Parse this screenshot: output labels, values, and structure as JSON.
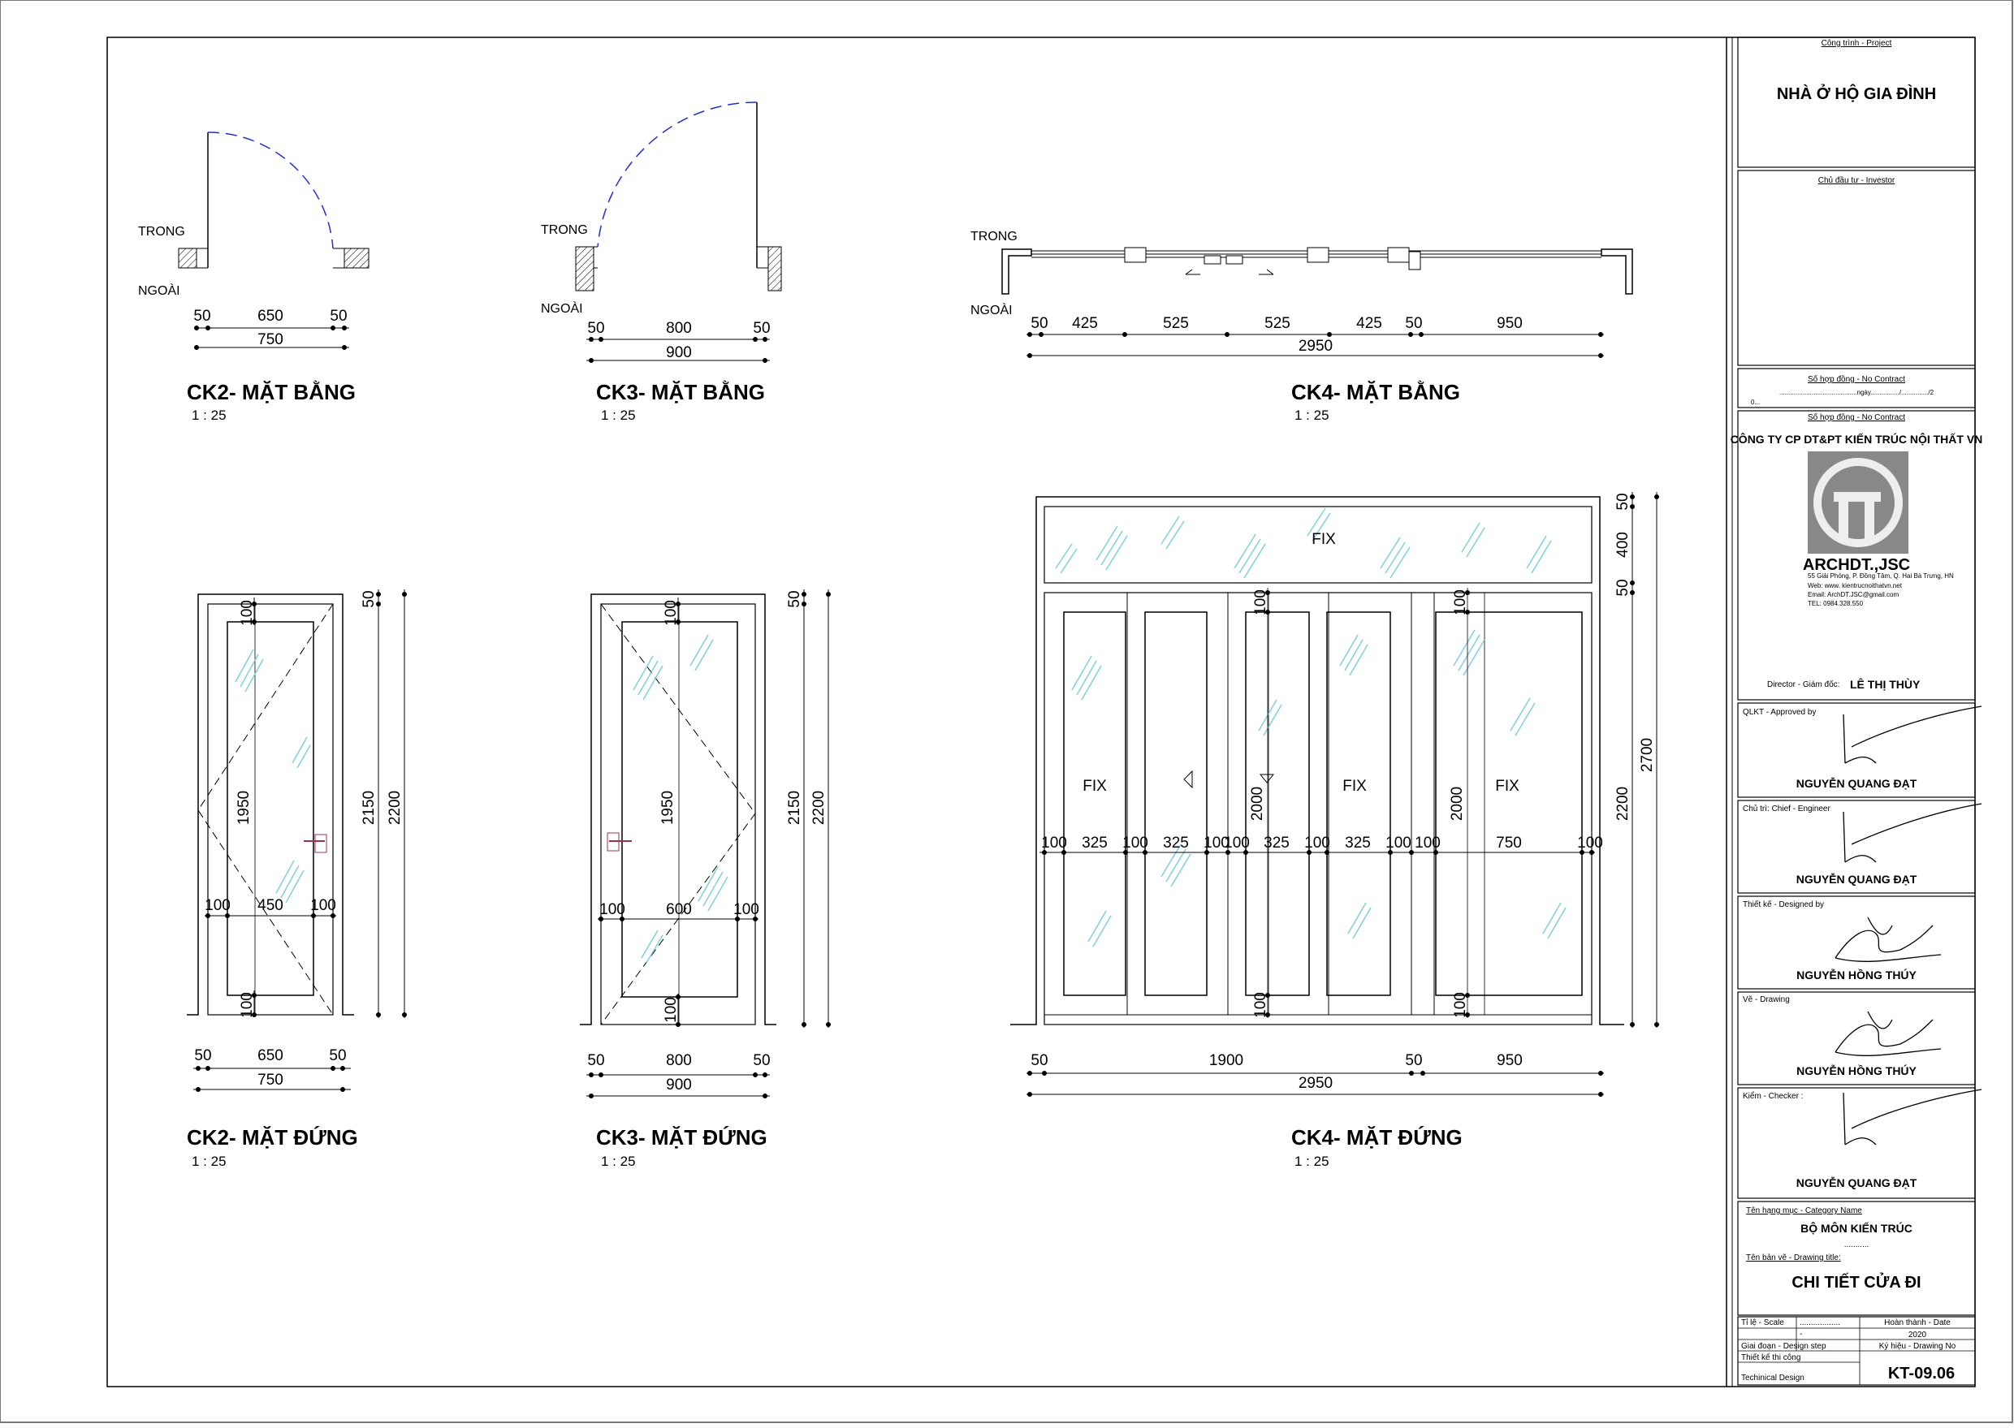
{
  "drawings": {
    "ck2_plan": {
      "title": "CK2- MẶT BẰNG",
      "scale": "1 : 25",
      "inside": "TRONG",
      "outside": "NGOÀI",
      "dims_top": [
        "50",
        "650",
        "50"
      ],
      "dim_total": "750"
    },
    "ck3_plan": {
      "title": "CK3- MẶT BẰNG",
      "scale": "1 : 25",
      "inside": "TRONG",
      "outside": "NGOÀI",
      "dims_top": [
        "50",
        "800",
        "50"
      ],
      "dim_total": "900"
    },
    "ck4_plan": {
      "title": "CK4- MẶT BẰNG",
      "scale": "1 : 25",
      "inside": "TRONG",
      "outside": "NGOÀI",
      "dims_top": [
        "50",
        "425",
        "525",
        "525",
        "425",
        "50",
        "950"
      ],
      "dim_total": "2950"
    },
    "ck2_elev": {
      "title": "CK2- MẶT ĐỨNG",
      "scale": "1 : 25",
      "dims_bottom": [
        "50",
        "650",
        "50"
      ],
      "dim_total": "750",
      "dim_top_right": "50",
      "dim_h1": "2150",
      "dim_h2": "2200",
      "dim_inner_h": "1950",
      "dim_top_inner": "100",
      "dim_bot_inner": "100",
      "dims_row": [
        "100",
        "450",
        "100"
      ]
    },
    "ck3_elev": {
      "title": "CK3- MẶT ĐỨNG",
      "scale": "1 : 25",
      "dims_bottom": [
        "50",
        "800",
        "50"
      ],
      "dim_total": "900",
      "dim_top_right": "50",
      "dim_h1": "2150",
      "dim_h2": "2200",
      "dim_inner_h": "1950",
      "dim_top_inner": "100",
      "dim_bot_inner": "100",
      "dims_row": [
        "100",
        "600",
        "100"
      ]
    },
    "ck4_elev": {
      "title": "CK4- MẶT ĐỨNG",
      "scale": "1 : 25",
      "fix_labels": [
        "FIX",
        "FIX",
        "FIX",
        "FIX"
      ],
      "dims_bottom": [
        "50",
        "1900",
        "50",
        "950"
      ],
      "dim_total": "2950",
      "dims_right": [
        "50",
        "400",
        "50",
        "2200",
        "2700"
      ],
      "dims_row": [
        "100",
        "325",
        "100",
        "325",
        "100",
        "100",
        "325",
        "100",
        "325",
        "100",
        "100",
        "750",
        "100"
      ],
      "dims_inner_h": [
        "2000",
        "2000"
      ],
      "dims_inner_top": [
        "100",
        "100"
      ],
      "dims_inner_bot": [
        "100",
        "100"
      ]
    }
  },
  "title_block": {
    "project_label": "Công trình - Project",
    "project_name": "NHÀ Ở HỘ GIA ĐÌNH",
    "investor_label": "Chủ đầu tư - Investor",
    "contract_label": "Số hợp đồng - No Contract",
    "contract_line": "...........................................ngày................/.............../2",
    "contract_line2": "0...",
    "contract_label2": "Số hợp đồng - No Contract",
    "company": "CÔNG TY CP DT&PT KIẾN TRÚC NỘI THẤT VN",
    "brand": "ARCHDT.,JSC",
    "address": "55 Giải Phóng, P. Đồng Tâm, Q. Hai Bà Trưng, HN",
    "web": "Web: www. kientrucnoithatvn.net",
    "email": "Email: ArchDT.JSC@gmail.com",
    "tel": "TEL: 0984.328.550",
    "director_label": "Director - Giám đốc:",
    "director_name": "LÊ THỊ THÙY",
    "approved_label": "QLKT - Approved by",
    "approved_name": "NGUYỄN QUANG ĐẠT",
    "chief_label": "Chủ trì: Chief - Engineer",
    "chief_name": "NGUYỄN QUANG ĐẠT",
    "designer_label": "Thiết kế - Designed by",
    "designer_name": "NGUYỄN HỒNG THÚY",
    "drawing_label": "Vẽ - Drawing",
    "drawing_name": "NGUYỄN HỒNG THÚY",
    "checker_label": "Kiểm - Checker :",
    "checker_name": "NGUYỄN QUANG ĐẠT",
    "category_label": "Tên hạng mục - Category Name",
    "category_name": "BỘ MÔN KIẾN TRÚC",
    "category_dots": "...........",
    "dtitle_label": "Tên bản vẽ - Drawing title:",
    "dtitle": "CHI TIẾT CỬA ĐI",
    "scale_label": "Tỉ lệ - Scale",
    "scale_value": "..................",
    "scale_value2": "-",
    "date_label": "Hoàn thành - Date",
    "date_value": "2020",
    "step_label": "Giai đoạn - Design step",
    "step_value1": "Thiết kế thi công",
    "step_value2": "Techinical Design",
    "drawno_label": "Ký hiệu - Drawing No",
    "drawno": "KT-09.06"
  }
}
